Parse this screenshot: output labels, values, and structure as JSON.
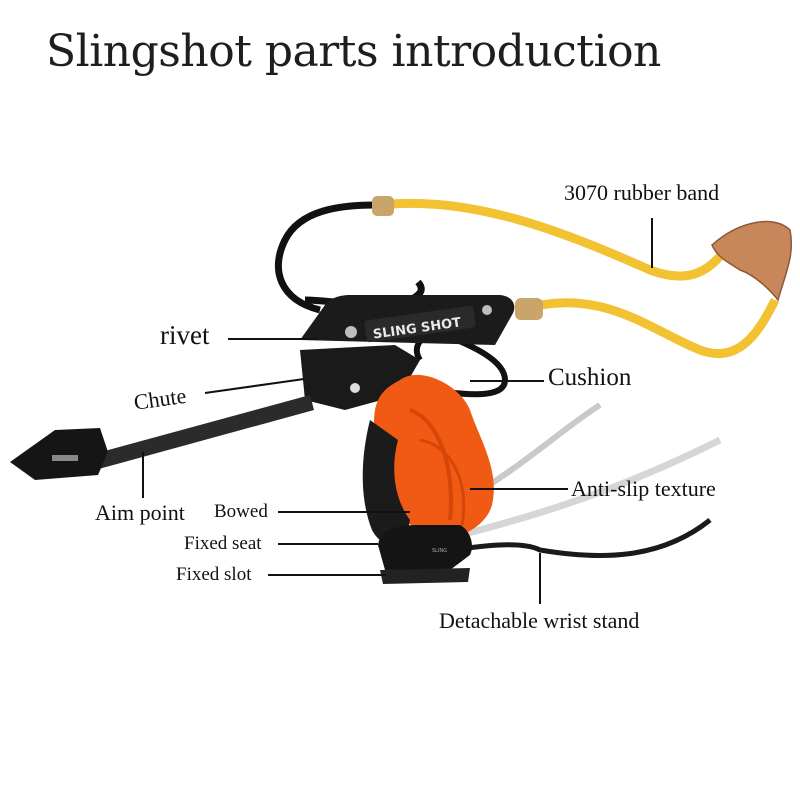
{
  "title": "Slingshot parts introduction",
  "labels": {
    "rubber_band": "3070 rubber band",
    "rivet": "rivet",
    "chute": "Chute",
    "cushion": "Cushion",
    "anti_slip": "Anti-slip texture",
    "aim_point": "Aim point",
    "bowed": "Bowed",
    "fixed_seat": "Fixed seat",
    "fixed_slot": "Fixed slot",
    "wrist_stand": "Detachable wrist stand"
  },
  "logo_text": "SLING SHOT",
  "colors": {
    "rubber": "#f2c233",
    "grip": "#f05a14",
    "frame": "#111111",
    "leather": "#c8875a"
  }
}
